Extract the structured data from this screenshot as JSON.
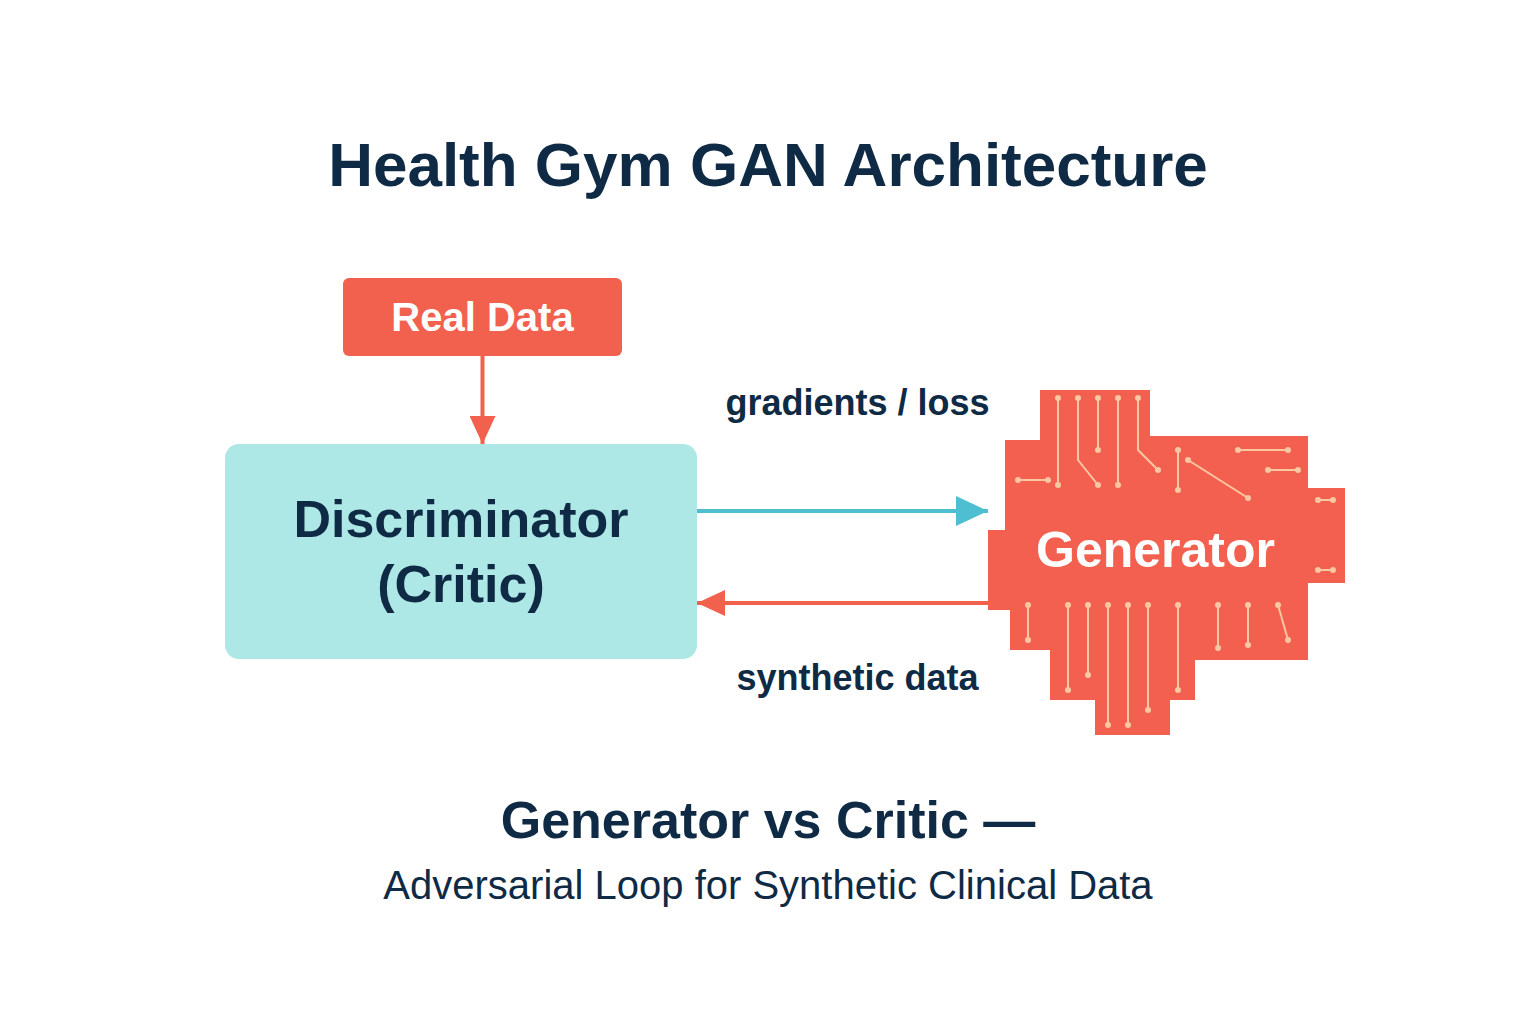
{
  "diagram": {
    "title": "Health Gym GAN Architecture",
    "caption": "Generator vs Critic —",
    "nodes": [
      {
        "text": [
          "Real Data"
        ]
      },
      {
        "text": [
          "Discriminator (Critic)"
        ]
      },
      {
        "text": [
          "Generator"
        ]
      }
    ],
    "edges": [
      {
        "from": 0,
        "to": 1,
        "arrow": "to"
      },
      {
        "from": 1,
        "to": 2,
        "label": "gradients / loss",
        "arrow": "to"
      },
      {
        "from": 2,
        "to": 1,
        "label": "synthetic data",
        "arrow": "to"
      }
    ],
    "labels": [
      "Adversarial Loop for Synthetic Clinical Data"
    ]
  }
}
